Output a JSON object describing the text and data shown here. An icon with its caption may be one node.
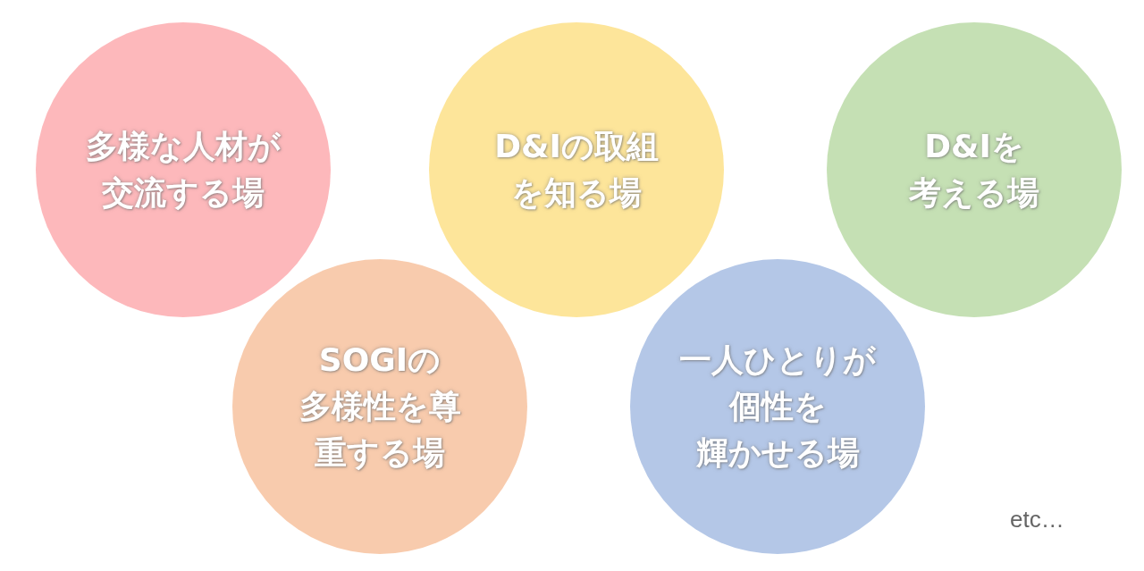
{
  "diagram": {
    "nodes": [
      {
        "text": [
          "多様な人材が交流する場"
        ]
      },
      {
        "text": [
          "D&Iの取組を知る場"
        ]
      },
      {
        "text": [
          "D&Iを考える場"
        ]
      },
      {
        "text": [
          "SOGIの多様性を尊重する場"
        ]
      },
      {
        "text": [
          "一人ひとりが個性を輝かせる場"
        ]
      }
    ],
    "labels": [
      "etc…"
    ]
  }
}
